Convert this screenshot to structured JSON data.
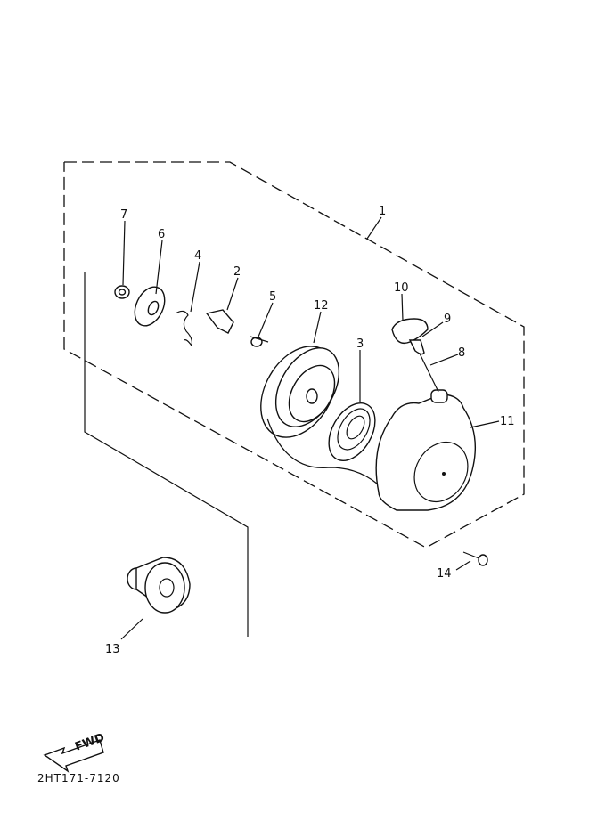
{
  "diagram": {
    "callouts": {
      "p1": "1",
      "p2": "2",
      "p3": "3",
      "p4": "4",
      "p5": "5",
      "p6": "6",
      "p7": "7",
      "p8": "8",
      "p9": "9",
      "p10": "10",
      "p11": "11",
      "p12": "12",
      "p13": "13",
      "p14": "14"
    },
    "fwd_label": "FWD",
    "drawing_code": "2HT171-7120"
  }
}
